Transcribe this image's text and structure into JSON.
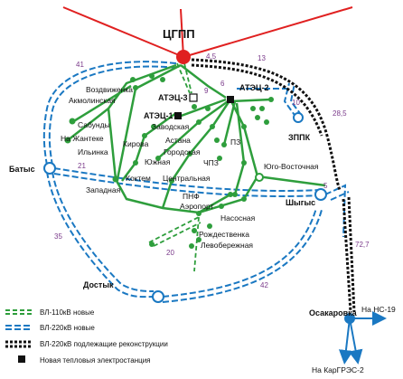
{
  "hub": "ЦГПП",
  "stations": {
    "batys": "Батыс",
    "dostyk": "Достык",
    "shygys": "Шыгыс",
    "zppk": "ЗППК",
    "osakarovka": "Осакаровка",
    "atec1": "АТЭЦ-1",
    "atec2": "АТЭЦ-2",
    "atec3": "АТЭЦ-3",
    "yugo_vost": "Юго-Восточная",
    "nc19": "На НС-19",
    "kargres": "На КарГРЭС-2"
  },
  "substations": {
    "vozdvizhenka": "Воздвиженка",
    "akmolinskaya": "Акмолинская",
    "sabundy": "Сабунды",
    "na_zhanteke": "На Жантеке",
    "ilinka": "Ильинка",
    "kirova": "Кирова",
    "zavodskaya": "Заводская",
    "astana": "Астана",
    "gorodskaya": "Городская",
    "yuzhnaya": "Южная",
    "kokteM": "Коктем",
    "tsentralnaya": "Центральная",
    "zapadnaya": "Западная",
    "pz": "ПЗ",
    "chpz": "ЧПЗ",
    "pnf": "ПНФ",
    "aeroport": "Аэропорт",
    "nasosnaya": "Насосная",
    "rozhdestvenka": "Рождественка",
    "levoberezhnaya": "Левобережная"
  },
  "distances": {
    "d41": "41",
    "d45": "4,5",
    "d13": "13",
    "d9": "9",
    "d6": "6",
    "d10": "10",
    "d285": "28,5",
    "d21": "21",
    "d35": "35",
    "d5": "5",
    "d20": "20",
    "d42": "42",
    "d727": "72,7"
  },
  "legend": {
    "l110": "ВЛ-110кВ новые",
    "l220": "ВЛ-220кВ новые",
    "lrecon": "ВЛ-220кВ подлежащие реконструкции",
    "lplant": "Новая тепловыя электростанция"
  },
  "colors": {
    "green": "#2e9e3c",
    "blue": "#1a78c2",
    "red": "#e02020",
    "black": "#111111",
    "number": "#7a3a8a"
  }
}
